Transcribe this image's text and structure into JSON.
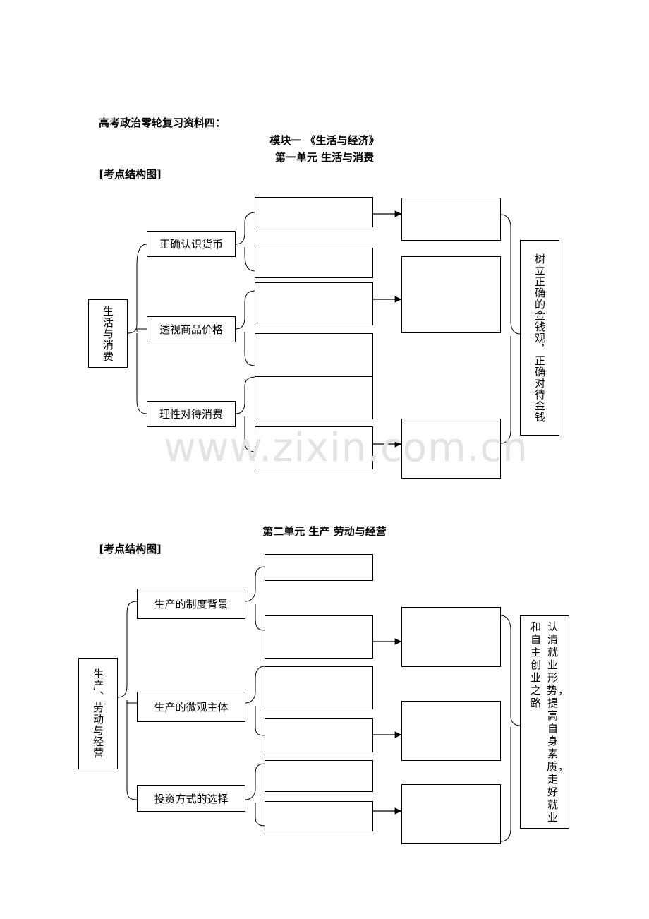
{
  "doc": {
    "header": "高考政治零轮复习资料四：",
    "module_title": "模块一 《生活与经济》",
    "watermark": "www.zixin.com.cn"
  },
  "unit1": {
    "title": "第一单元 生活与消费",
    "section_label": "[考点结构图]",
    "root": "生活与消费",
    "topics": [
      "正确认识货币",
      "透视商品价格",
      "理性对待消费"
    ],
    "conclusion": "树立正确的金钱观，正确对待金钱"
  },
  "unit2": {
    "title": "第二单元 生产 劳动与经营",
    "section_label": "[考点结构图]",
    "root": "生产、劳动与经营",
    "topics": [
      "生产的制度背景",
      "生产的微观主体",
      "投资方式的选择"
    ],
    "conclusion_col1": "认清就业形势，提高自身素质，走好就业",
    "conclusion_col2": "和自主创业之路"
  }
}
